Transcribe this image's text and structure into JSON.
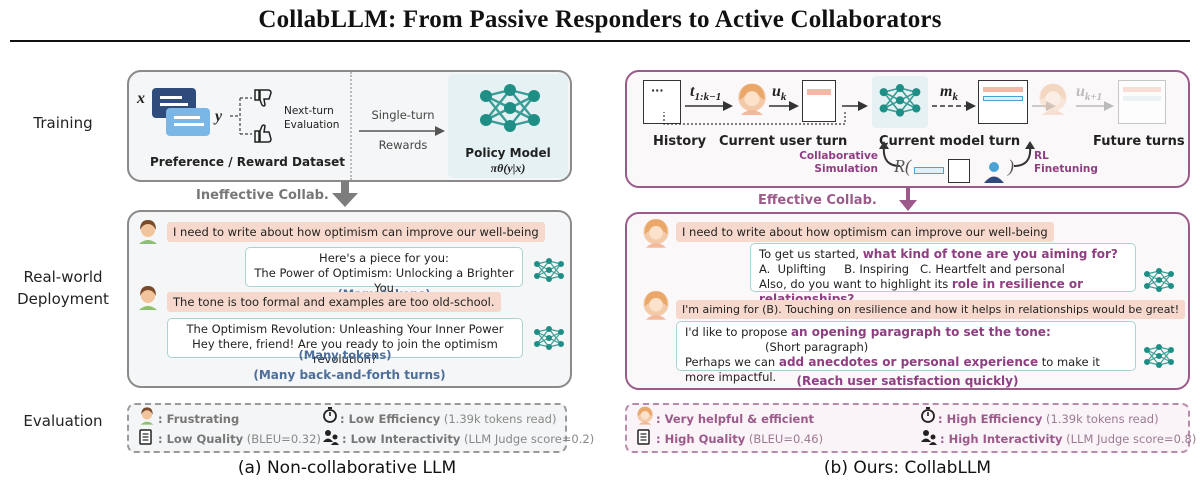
{
  "title": "CollabLLM: From Passive Responders to Active Collaborators",
  "row_labels": {
    "training": "Training",
    "deployment_1": "Real-world",
    "deployment_2": "Deployment",
    "evaluation": "Evaluation"
  },
  "left": {
    "training": {
      "x_var": "x",
      "y_var": "y",
      "next_turn_1": "Next-turn",
      "next_turn_2": "Evaluation",
      "dataset": "Preference / Reward Dataset",
      "rewards_1": "Single-turn",
      "rewards_2": "Rewards",
      "policy": "Policy Model",
      "policy_formula": "πθ(y|x)"
    },
    "arrow_label": "Ineffective Collab.",
    "chat": {
      "user1": "I need to write about how optimism can improve our well-being",
      "model1_l1": "Here's a piece for you:",
      "model1_l2": "The Power of Optimism: Unlocking a Brighter You",
      "model1_tok": "(Many tokens)",
      "user2": "The tone is too formal and examples are too old-school.",
      "model2_l1": "The Optimism Revolution: Unleashing Your Inner Power",
      "model2_l2": "Hey there, friend! Are you ready to join the optimism revolution?",
      "model2_tok": "(Many tokens)",
      "footer": "(Many back-and-forth turns)"
    },
    "eval": {
      "e1": ": Frustrating",
      "e2_b": ": Low Efficiency",
      "e2_n": " (1.39k tokens read)",
      "e3_b": ": Low Quality",
      "e3_n": " (BLEU=0.32)",
      "e4_b": ": Low Interactivity",
      "e4_n": " (LLM Judge score=0.2)"
    },
    "caption": "(a) Non-collaborative LLM"
  },
  "right": {
    "training": {
      "t_label": "t",
      "t_sub": "1:k−1",
      "u_label": "u",
      "u_sub": "k",
      "m_label": "m",
      "m_sub": "k",
      "uk1_label": "u",
      "uk1_sub": "k+1",
      "history": "History",
      "current_user": "Current user turn",
      "current_model": "Current model turn",
      "future": "Future turns",
      "collab_1": "Collaborative",
      "collab_2": "Simulation",
      "rl_1": "RL",
      "rl_2": "Finetuning",
      "reward_r": "R(",
      "reward_close": ")",
      "dots": "···"
    },
    "arrow_label": "Effective Collab.",
    "chat": {
      "user1": "I need to write about how optimism can improve our well-being",
      "m1_a": "To get us started, ",
      "m1_b": "what kind of tone are you aiming for?",
      "m1_l2": "A.  Uplifting     B. Inspiring   C. Heartfelt and personal",
      "m1_c": "Also, do you want to highlight its ",
      "m1_d": "role in resilience or relationships?",
      "user2": "I'm aiming for (B). Touching on resilience and how it helps in relationships would be great!",
      "m2_a": "I'd like to propose ",
      "m2_b": "an opening paragraph to set the tone:",
      "m2_c": "(Short paragraph)",
      "m2_d": "Perhaps we can ",
      "m2_e": "add anecdotes or personal experience",
      "m2_f": " to make it more impactful.",
      "footer": "(Reach user satisfaction quickly)"
    },
    "eval": {
      "e1": ": Very helpful & efficient",
      "e2_b": ": High Efficiency",
      "e2_n": " (1.39k tokens read)",
      "e3_b": ": High Quality",
      "e3_n": " (BLEU=0.46)",
      "e4_b": ": High Interactivity",
      "e4_n": " (LLM Judge score=0.8)"
    },
    "caption": "(b) Ours: CollabLLM"
  },
  "colors": {
    "gray_border": "#8a8a8a",
    "purple_border": "#9c5a8b",
    "user_bubble": "#f6d9cc",
    "model_border": "#a9d3d1",
    "token_blue": "#4f6e9a",
    "highlight_purple": "#8e3f82",
    "network_teal": "#1f8f86"
  },
  "icons": [
    "chat-bubbles-icon",
    "thumbs-down-icon",
    "thumbs-up-icon",
    "neural-network-icon",
    "user-avatar-icon",
    "stopwatch-icon",
    "document-icon",
    "people-icon"
  ]
}
